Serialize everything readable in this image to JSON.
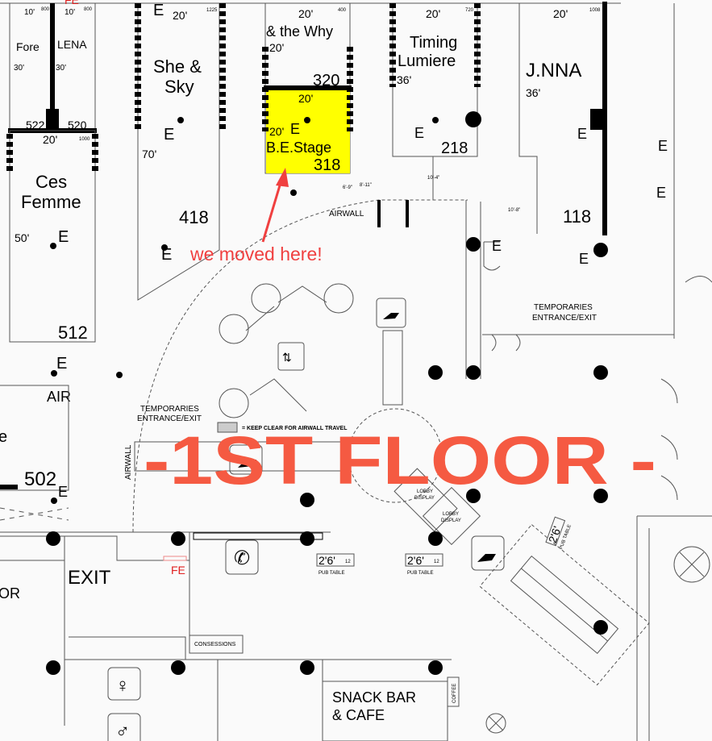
{
  "colors": {
    "highlight": "#ffff00",
    "annotation": "#f04040",
    "watermark": "#f55a42",
    "fe": "#e02020"
  },
  "title": "-1ST FLOOR -",
  "annotation": "we moved here!",
  "rooms": {
    "fore": "Fore",
    "lena": "LENA",
    "n522": "522",
    "n520": "520",
    "she_sky_1": "She &",
    "she_sky_2": "Sky",
    "n418": "418",
    "why": "& the Why",
    "n320": "320",
    "be_stage": "B.E.Stage",
    "n318": "318",
    "timing": "Timing",
    "lumiere": "Lumiere",
    "n218": "218",
    "jnna": "J.NNA",
    "n118": "118",
    "ces": "Ces",
    "femme": "Femme",
    "n512": "512",
    "n502": "502",
    "air": "AIR",
    "exit": "EXIT",
    "or": "OR",
    "e_partial": "e"
  },
  "dimensions": {
    "d20": "20'",
    "d30": "30'",
    "d36": "36'",
    "d70": "70'",
    "d50": "50'",
    "d10": "10'",
    "d104": "10'-4\"",
    "d108": "10'-8\"",
    "d811": "8'-11\"",
    "d69": "6'-9\"",
    "c800": "800",
    "c1225": "1225",
    "c400": "400",
    "c720": "720",
    "c1008": "1008",
    "c1000": "1000"
  },
  "outlet": "E",
  "fe": "FE",
  "labels": {
    "airwall": "AIRWALL",
    "temporaries": "TEMPORARIES",
    "entrance_exit": "ENTRANCE/EXIT",
    "keep_clear": "= KEEP CLEAR FOR AIRWALL TRAVEL",
    "lobby_display_1": "LOBBY",
    "lobby_display_2": "DISPLAY",
    "pub_table": "PUB TABLE",
    "pub_size": "2'6'",
    "pub_count": "12",
    "concessions": "CONSESSIONS",
    "snack_bar": "SNACK BAR",
    "cafe": "& CAFE",
    "coffee": "COFFEE"
  }
}
